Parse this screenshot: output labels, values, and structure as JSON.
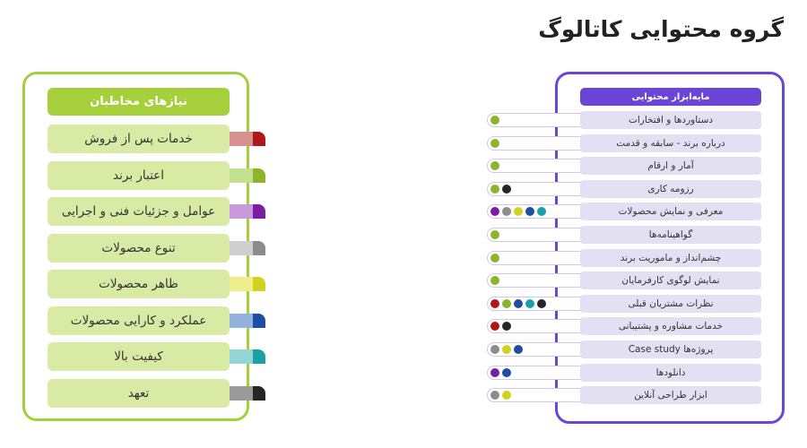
{
  "title": "گروه محتوایی کاتالوگ",
  "needs": {
    "header": "نیازهای مخاطبان",
    "items": [
      {
        "label": "خدمات پس از فروش",
        "color": "#d88f8f",
        "tab": "#b01818"
      },
      {
        "label": "اعتبار برند",
        "color": "#c2e08e",
        "tab": "#8cb42c"
      },
      {
        "label": "عوامل و جزئیات فنی و اجرایی",
        "color": "#c99ad9",
        "tab": "#7b1fa2"
      },
      {
        "label": "تنوع محصولات",
        "color": "#cfcfcf",
        "tab": "#8c8c8c"
      },
      {
        "label": "ظاهر محصولات",
        "color": "#eeee8c",
        "tab": "#d2d21e"
      },
      {
        "label": "عملکرد و کارایی محصولات",
        "color": "#94b1dc",
        "tab": "#1c4fa3"
      },
      {
        "label": "کیفیت بالا",
        "color": "#93d5d5",
        "tab": "#1aa1a6"
      },
      {
        "label": "تعهد",
        "color": "#9a9a9a",
        "tab": "#262626"
      }
    ]
  },
  "tools": {
    "header": "مایه‌ابزار محتوایی",
    "items": [
      {
        "label": "دستاوردها و افتخارات",
        "dots": [
          "#8cb42c"
        ]
      },
      {
        "label": "درباره برند - سابقه و قدمت",
        "dots": [
          "#8cb42c"
        ]
      },
      {
        "label": "آمار و ارقام",
        "dots": [
          "#8cb42c"
        ]
      },
      {
        "label": "رزومه کاری",
        "dots": [
          "#8cb42c",
          "#262626"
        ]
      },
      {
        "label": "معرفی و نمایش محصولات",
        "dots": [
          "#7b1fa2",
          "#8c8c8c",
          "#d2d21e",
          "#1c4fa3",
          "#1aa1a6"
        ]
      },
      {
        "label": "گواهینامه‌ها",
        "dots": [
          "#8cb42c"
        ]
      },
      {
        "label": "چشم‌انداز و ماموریت برند",
        "dots": [
          "#8cb42c"
        ]
      },
      {
        "label": "نمایش لوگوی کارفرمایان",
        "dots": [
          "#8cb42c"
        ]
      },
      {
        "label": "نظرات مشتریان قبلی",
        "dots": [
          "#b01818",
          "#8cb42c",
          "#1c4fa3",
          "#1aa1a6",
          "#262626"
        ]
      },
      {
        "label": "خدمات مشاوره و پشتیبانی",
        "dots": [
          "#b01818",
          "#262626"
        ]
      },
      {
        "label": "پروژه‌ها Case study",
        "dots": [
          "#8c8c8c",
          "#d2d21e",
          "#1c4fa3"
        ]
      },
      {
        "label": "دانلودها",
        "dots": [
          "#7b1fa2",
          "#1c4fa3"
        ]
      },
      {
        "label": "ابزار طراحی آنلاین",
        "dots": [
          "#8c8c8c",
          "#d2d21e"
        ]
      }
    ]
  },
  "colors": {
    "green": "#a6cf3c",
    "purple": "#6b46d6"
  }
}
